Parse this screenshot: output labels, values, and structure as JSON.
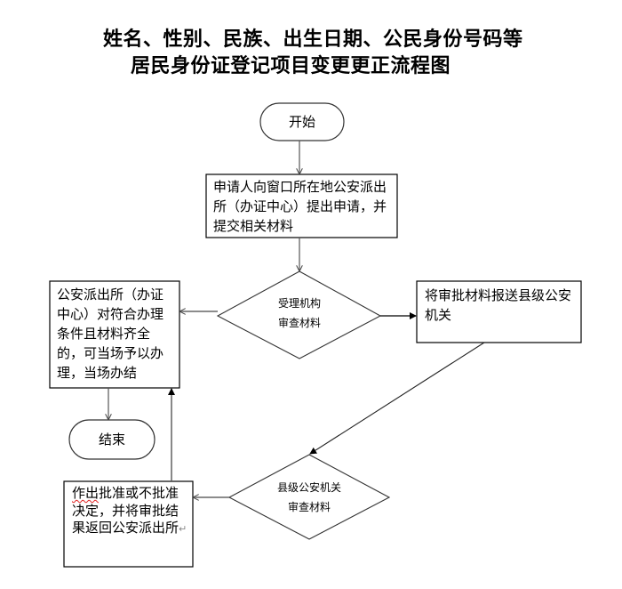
{
  "title": {
    "line1": "姓名、性别、民族、出生日期、公民身份号码等",
    "line2": "居民身份证登记项目变更更正流程图"
  },
  "nodes": {
    "start": "开始",
    "apply": "申请人向窗口所在地公安派出所（办证中心）提出申请，并提交相关材料",
    "review1": {
      "line1": "受理机构",
      "line2": "审查材料"
    },
    "onsite": "公安派出所（办证中心）对符合办理条件且材料齐全的，可当场予以办理，当场办结",
    "forward": "将审批材料报送县级公安机关",
    "end": "结束",
    "review2": {
      "line1": "县级公安机关",
      "line2": "审查材料"
    },
    "decision": {
      "prefix": "作出",
      "rest": "批准或不批准决定，并将审批结果返回公安派出所",
      "mark": "↵"
    }
  },
  "colors": {
    "stroke": "#333333",
    "arrow": "#000000",
    "spellcheck": "#e02020"
  }
}
